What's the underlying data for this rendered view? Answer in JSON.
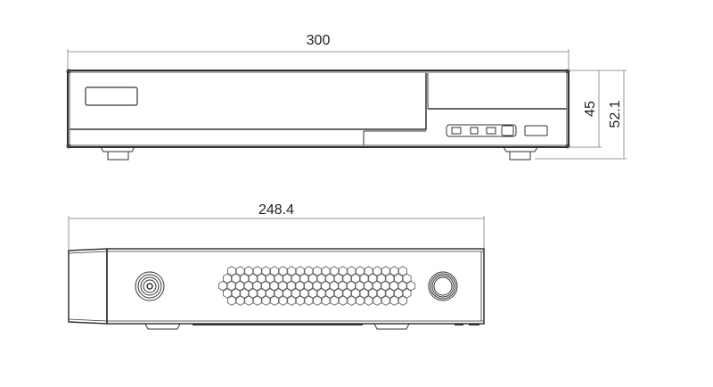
{
  "diagram": {
    "type": "technical-dimension-drawing",
    "subject": "network video recorder enclosure",
    "views": [
      {
        "name": "front-view",
        "dimensions": {
          "width": "300",
          "body_height": "45",
          "total_height": "52.1"
        }
      },
      {
        "name": "side-view",
        "dimensions": {
          "depth": "248.4"
        }
      }
    ]
  },
  "labels": {
    "front_width": "300",
    "front_body_height": "45",
    "front_total_height": "52.1",
    "side_depth": "248.4"
  },
  "colors": {
    "line": "#333333",
    "dim_line": "#888888",
    "background": "#ffffff"
  }
}
